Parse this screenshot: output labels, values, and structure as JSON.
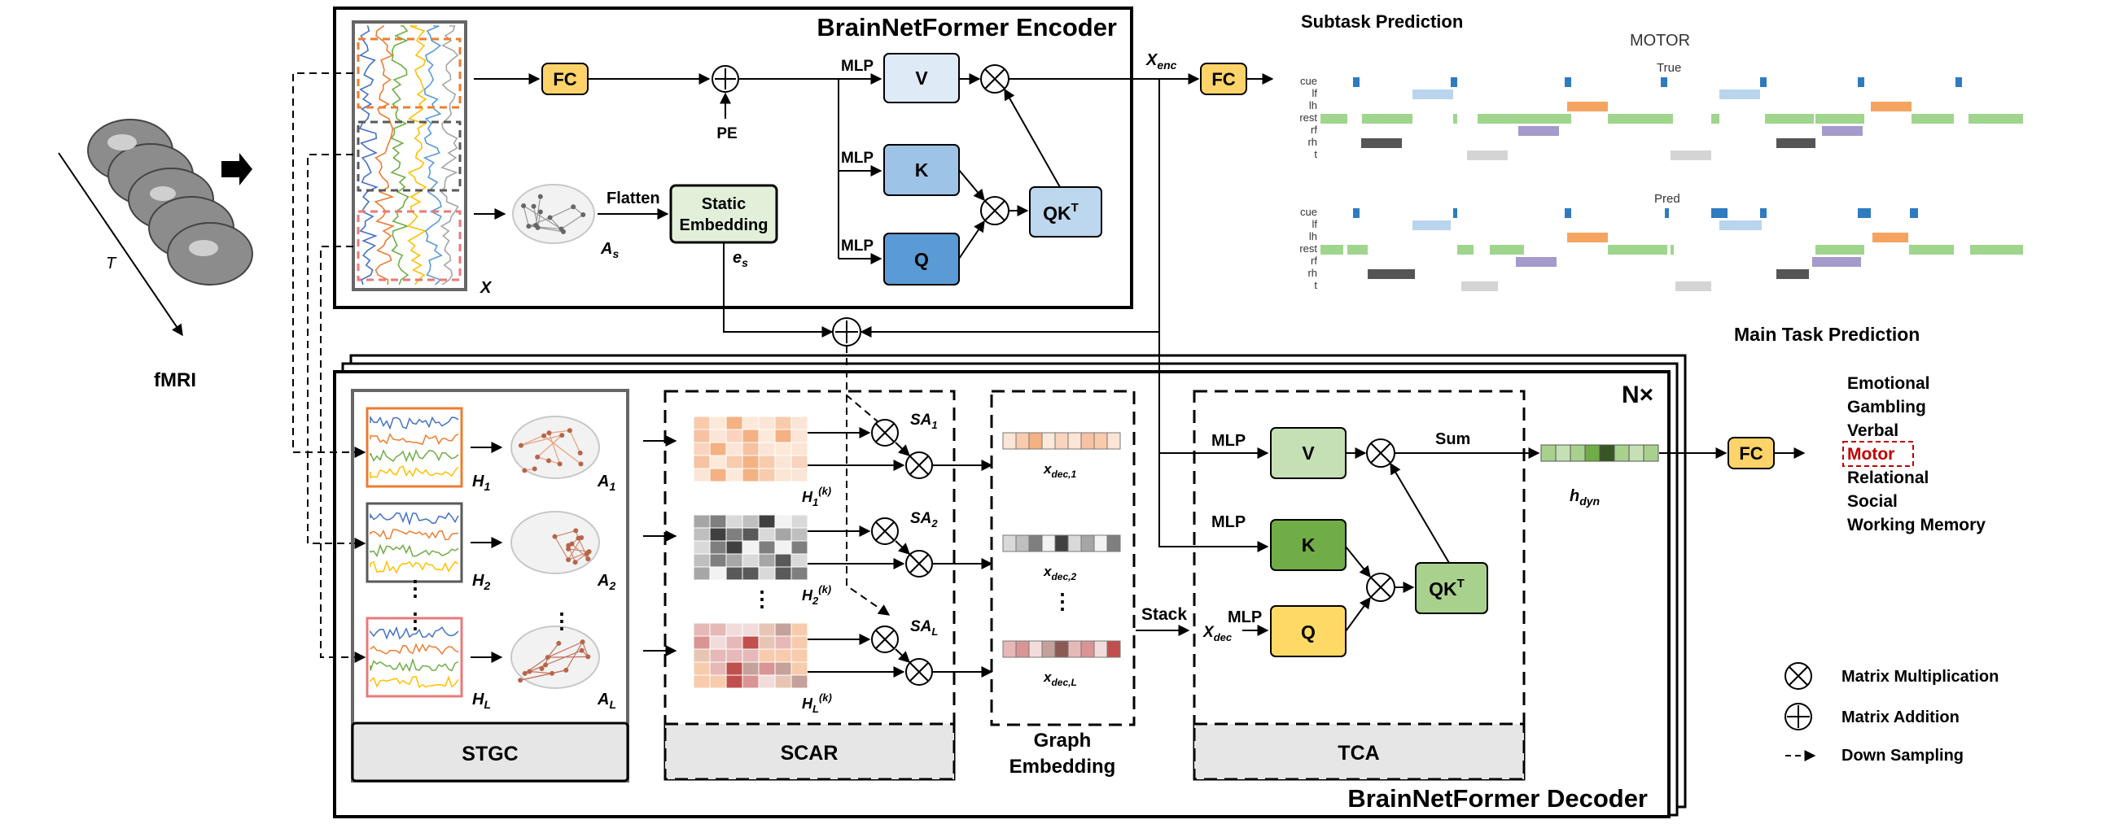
{
  "fmri": {
    "label": "fMRI",
    "time_label": "T"
  },
  "encoder": {
    "title": "BrainNetFormer Encoder",
    "x_label": "X",
    "fc": "FC",
    "pe": "PE",
    "flatten": "Flatten",
    "static_embedding": [
      "Static",
      "Embedding"
    ],
    "as_label": "A",
    "as_sub": "s",
    "es_label": "e",
    "es_sub": "s",
    "mlp": "MLP",
    "v": "V",
    "k": "K",
    "q": "Q",
    "qkt": "QK",
    "qkt_sup": "T",
    "xenc": "X",
    "xenc_sub": "enc",
    "fc_out": "FC"
  },
  "decoder": {
    "title": "BrainNetFormer Decoder",
    "nx": "N×",
    "stgc": "STGC",
    "scar": "SCAR",
    "graph_embedding": [
      "Graph",
      "Embedding"
    ],
    "tca": "TCA",
    "h_labels": [
      {
        "b": "H",
        "s": "1"
      },
      {
        "b": "H",
        "s": "2"
      },
      {
        "b": "H",
        "s": "L"
      }
    ],
    "a_labels": [
      {
        "b": "A",
        "s": "1"
      },
      {
        "b": "A",
        "s": "2"
      },
      {
        "b": "A",
        "s": "L"
      }
    ],
    "hk_labels": [
      {
        "b": "H",
        "s": "1",
        "p": "(k)"
      },
      {
        "b": "H",
        "s": "2",
        "p": "(k)"
      },
      {
        "b": "H",
        "s": "L",
        "p": "(k)"
      }
    ],
    "sa_labels": [
      {
        "b": "SA",
        "s": "1"
      },
      {
        "b": "SA",
        "s": "2"
      },
      {
        "b": "SA",
        "s": "L"
      }
    ],
    "xdec_labels": [
      {
        "b": "x",
        "s": "dec,1"
      },
      {
        "b": "x",
        "s": "dec,2"
      },
      {
        "b": "x",
        "s": "dec,L"
      }
    ],
    "dots": "⋮",
    "stack": "Stack",
    "xdec": "X",
    "xdec_sub": "dec",
    "mlp": "MLP",
    "v": "V",
    "k": "K",
    "q": "Q",
    "qkt": "QK",
    "qkt_sup": "T",
    "sum": "Sum",
    "hdyn": "h",
    "hdyn_sub": "dyn",
    "fc_out": "FC"
  },
  "subtask": {
    "title": "Subtask Prediction",
    "task": "MOTOR",
    "true_label": "True",
    "pred_label": "Pred",
    "rows": [
      "cue",
      "lf",
      "lh",
      "rest",
      "rf",
      "rh",
      "t"
    ],
    "row_colors": {
      "cue": "#2f7bbf",
      "lf": "#b9d5ee",
      "lh": "#f4a460",
      "rest": "#9fd58d",
      "rf": "#a49acb",
      "rh": "#555555",
      "t": "#d4d4d4"
    }
  },
  "main_task": {
    "title": "Main Task Prediction",
    "classes": [
      "Emotional",
      "Gambling",
      "Verbal",
      "Motor",
      "Relational",
      "Social",
      "Working Memory"
    ],
    "highlight": "Motor"
  },
  "legend": {
    "mult": "Matrix Multiplication",
    "add": "Matrix Addition",
    "down": "Down Sampling"
  },
  "colors": {
    "fc": "#fdd36a",
    "static_embedding": "#e2f0d9",
    "enc_v": "#deebf7",
    "enc_k": "#9dc3e6",
    "enc_q": "#5b9bd5",
    "enc_qkt": "#bdd7ee",
    "dec_v": "#c5e0b4",
    "dec_k": "#70ad47",
    "dec_q": "#ffd966",
    "dec_qkt": "#a9d18e",
    "highlight": "#c00000"
  }
}
